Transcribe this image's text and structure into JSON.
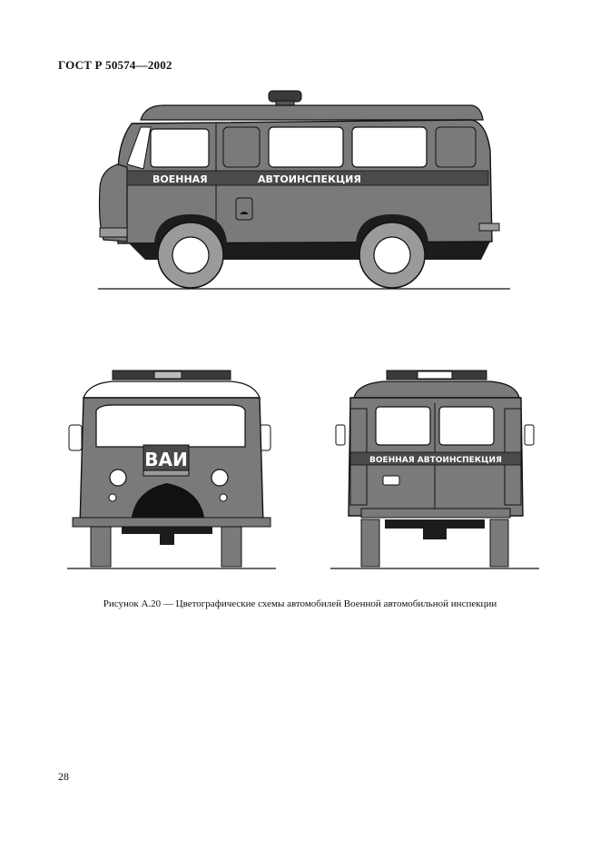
{
  "header": {
    "standard": "ГОСТ Р 50574—2002"
  },
  "side_view": {
    "stripe_text_left": "ВОЕННАЯ",
    "stripe_text_right": "АВТОИНСПЕКЦИЯ"
  },
  "front_view": {
    "plate_text": "ВАИ"
  },
  "rear_view": {
    "stripe_text": "ВОЕННАЯ АВТОИНСПЕКЦИЯ"
  },
  "caption": "Рисунок А.20 — Цветографические схемы автомобилей Военной автомобильной инспекции",
  "page_number": "28",
  "colors": {
    "body": "#7a7a7a",
    "stripe": "#4a4a4a",
    "window": "#ffffff",
    "outline": "#111111",
    "shadow": "#1c1c1c"
  }
}
